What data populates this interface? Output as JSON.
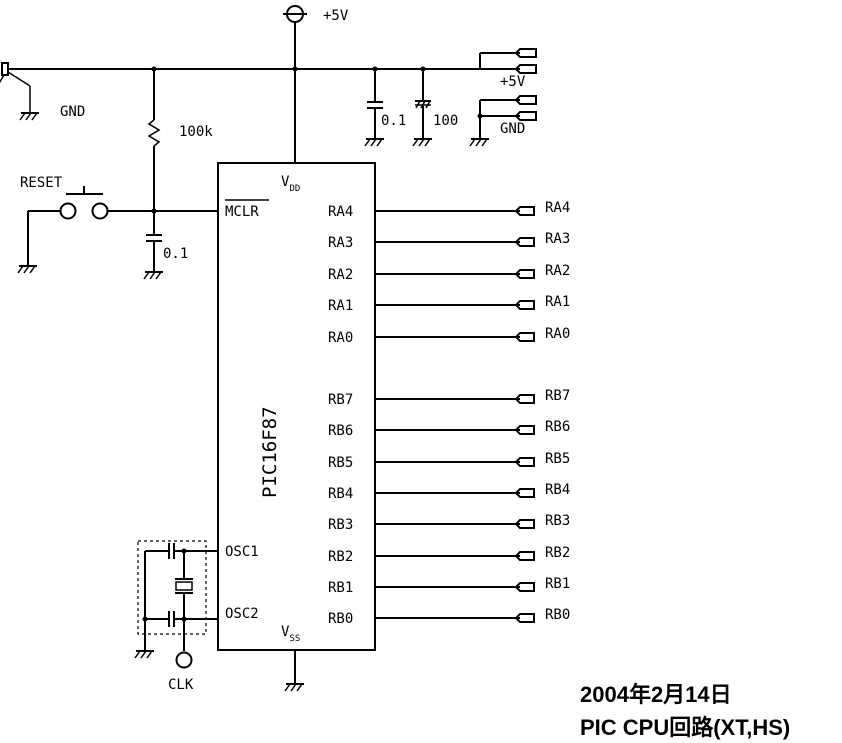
{
  "chip": {
    "name": "PIC16F87"
  },
  "power": {
    "plus5v_label": "+5V",
    "plus5v_connector": "+5V",
    "gnd_label": "GND",
    "gnd_connector": "GND"
  },
  "components": {
    "pullup_resistor": "100k",
    "decoupling_cap": "0.1",
    "electrolytic_cap": "100",
    "reset_cap": "0.1",
    "reset_switch": "RESET",
    "clock_out": "CLK"
  },
  "pins": {
    "vdd": {
      "base": "V",
      "sub": "DD"
    },
    "vss": {
      "base": "V",
      "sub": "SS"
    },
    "mclr": "MCLR",
    "osc1": "OSC1",
    "osc2": "OSC2",
    "right": [
      {
        "pin": "RA4",
        "out": "RA4"
      },
      {
        "pin": "RA3",
        "out": "RA3"
      },
      {
        "pin": "RA2",
        "out": "RA2"
      },
      {
        "pin": "RA1",
        "out": "RA1"
      },
      {
        "pin": "RA0",
        "out": "RA0"
      },
      {
        "pin": "RB7",
        "out": "RB7"
      },
      {
        "pin": "RB6",
        "out": "RB6"
      },
      {
        "pin": "RB5",
        "out": "RB5"
      },
      {
        "pin": "RB4",
        "out": "RB4"
      },
      {
        "pin": "RB3",
        "out": "RB3"
      },
      {
        "pin": "RB2",
        "out": "RB2"
      },
      {
        "pin": "RB1",
        "out": "RB1"
      },
      {
        "pin": "RB0",
        "out": "RB0"
      }
    ]
  },
  "caption": {
    "date": "2004年2月14日",
    "title": "PIC CPU回路(XT,HS)"
  }
}
